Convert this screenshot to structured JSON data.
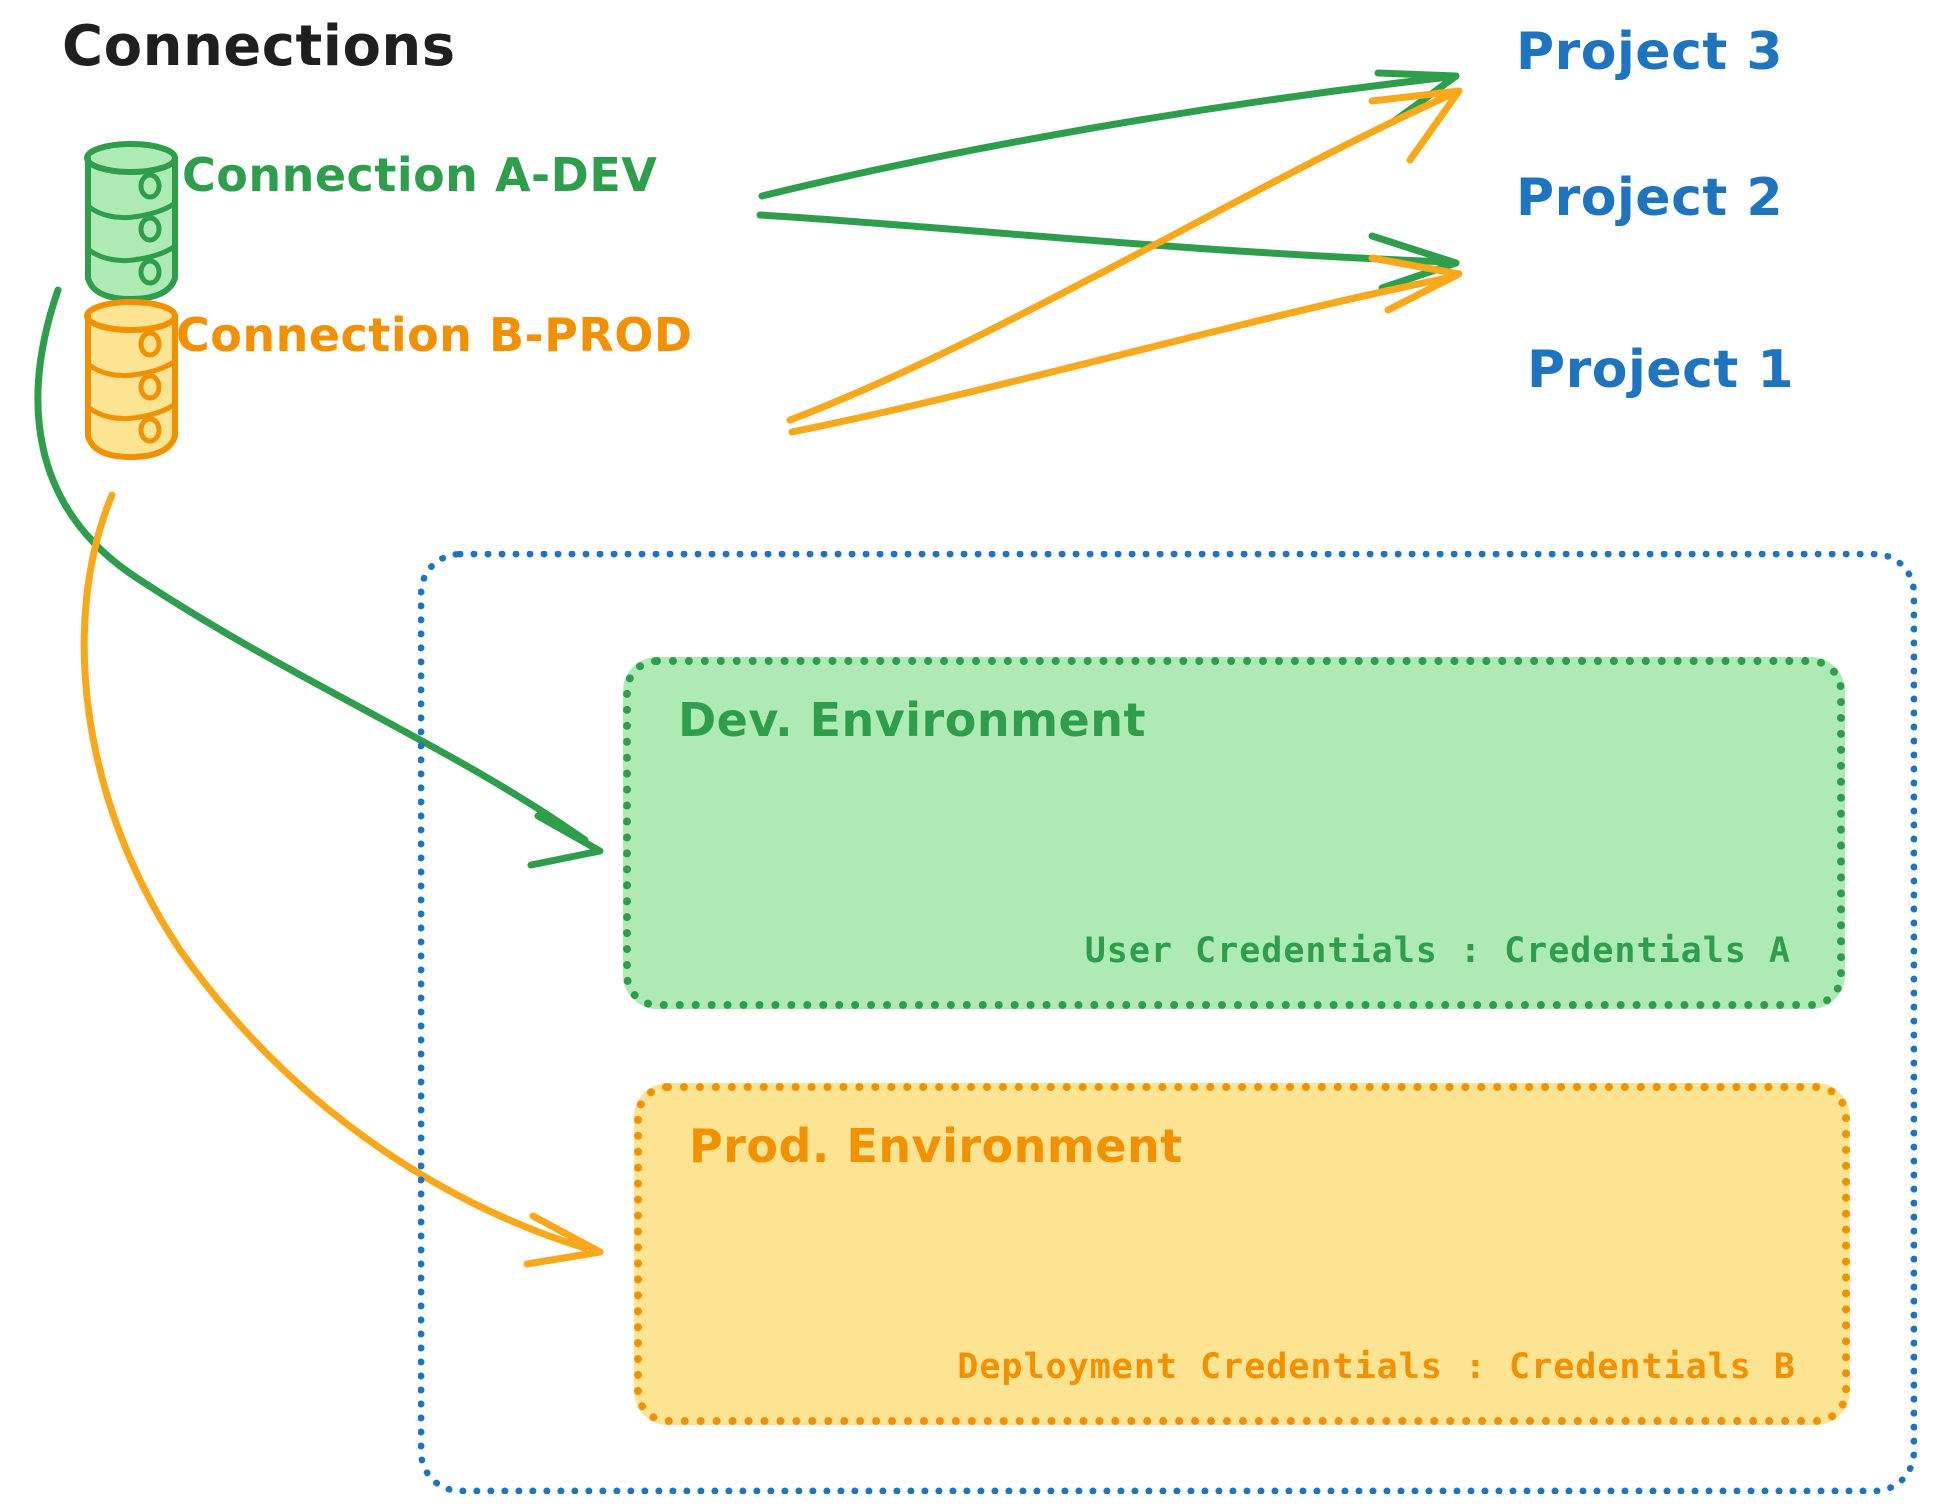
{
  "diagram": {
    "title": "Connections",
    "connections": [
      {
        "id": "connection-a-dev",
        "label": "Connection A-DEV",
        "icon": "database-icon",
        "color": "#2e9e4c",
        "fill": "#aeeab4",
        "targets": [
          "Project 3",
          "Project 2",
          "Dev. Environment"
        ]
      },
      {
        "id": "connection-b-prod",
        "label": "Connection B-PROD",
        "icon": "database-icon",
        "color": "#f29100",
        "fill": "#fce493",
        "targets": [
          "Project 3",
          "Project 2",
          "Prod. Environment"
        ]
      }
    ],
    "projects": [
      {
        "id": "project-3",
        "label": "Project 3",
        "color": "#1f74c0"
      },
      {
        "id": "project-2",
        "label": "Project 2",
        "color": "#1f74c0"
      },
      {
        "id": "project-1",
        "label": "Project 1",
        "color": "#1f74c0"
      }
    ],
    "project1_container": {
      "label": "Project 1",
      "border_color": "#1f74c0",
      "border_style": "dotted",
      "environments": [
        {
          "id": "dev-environment",
          "title": "Dev. Environment",
          "credentials_label": "User Credentials",
          "credentials_value": "Credentials A",
          "credentials_text": "User Credentials : Credentials A",
          "color": "#2e9e4c",
          "fill": "#aeeab4"
        },
        {
          "id": "prod-environment",
          "title": "Prod. Environment",
          "credentials_label": "Deployment Credentials",
          "credentials_value": "Credentials B",
          "credentials_text": "Deployment Credentials : Credentials B",
          "color": "#f29100",
          "fill": "#fce493"
        }
      ]
    },
    "colors": {
      "green": "#2e9e4c",
      "green_fill": "#aeeab4",
      "orange": "#f29100",
      "orange_fill": "#fce493",
      "blue": "#1f74c0",
      "title_black": "#1f1f1f",
      "background": "#ffffff"
    }
  }
}
